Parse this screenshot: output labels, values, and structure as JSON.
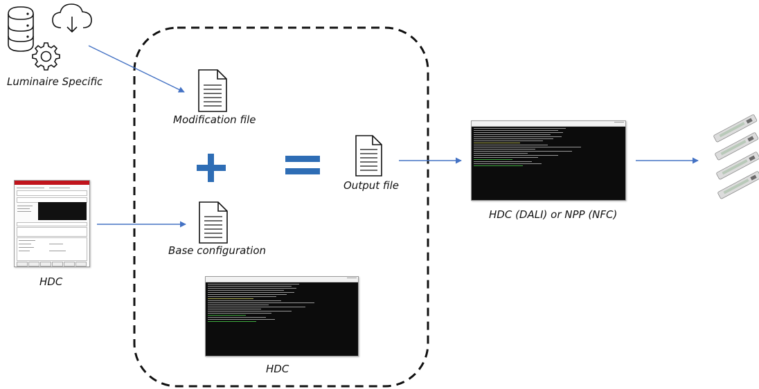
{
  "labels": {
    "luminaire_specific": "Luminaire Specific",
    "modification_file": "Modification file",
    "base_configuration": "Base configuration",
    "output_file": "Output file",
    "hdc_app": "HDC",
    "hdc_terminal": "HDC",
    "hdc_dali_npp_nfc": "HDC (DALI) or NPP (NFC)"
  },
  "icons": {
    "database": "database-icon",
    "cloud_download": "cloud-download-icon",
    "gear": "gear-icon",
    "document": "document-icon",
    "plus": "plus-sign",
    "equals": "equals-sign",
    "led_driver": "led-driver-icon"
  },
  "colors": {
    "arrow": "#4472c4",
    "operator": "#2e6db5",
    "boundary": "#111111",
    "app_titlebar": "#c0141c"
  }
}
